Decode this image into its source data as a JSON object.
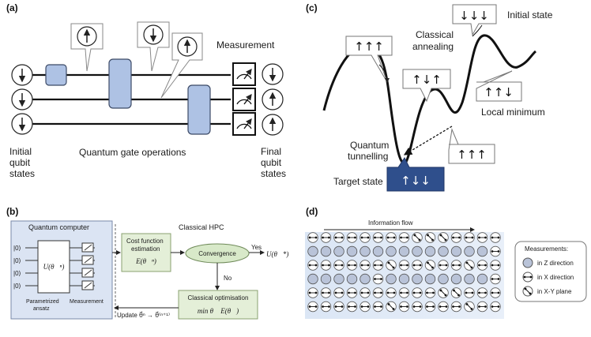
{
  "panels": {
    "a": {
      "label": "(a)",
      "measurement": "Measurement",
      "initial": [
        "Initial",
        "qubit",
        "states"
      ],
      "gates": "Quantum gate operations",
      "final": [
        "Final",
        "qubit",
        "states"
      ]
    },
    "b": {
      "label": "(b)",
      "quantum_computer": "Quantum computer",
      "classical_hpc": "Classical HPC",
      "kets": [
        "|0⟩",
        "|0⟩",
        "|0⟩",
        "|0⟩"
      ],
      "unitary": "U(θ⃗ⁿ)",
      "parametrized": [
        "Parametrized",
        "ansatz"
      ],
      "measurement": "Measurement",
      "cost": [
        "Cost function",
        "estimation"
      ],
      "cost_expr": "E(θ⃗ⁿ)",
      "convergence": "Convergence",
      "yes": "Yes",
      "no": "No",
      "result": "U(θ⃗*)",
      "optimisation": "Classical optimisation",
      "opt_expr": "min θ⃗ E(θ⃗)",
      "update": "Update  θ⃗ⁿ → θ⃗⁽ⁿ⁺¹⁾"
    },
    "c": {
      "label": "(c)",
      "initial_state": "Initial state",
      "classical": [
        "Classical",
        "annealing"
      ],
      "local_min": "Local minimum",
      "quantum": [
        "Quantum",
        "tunnelling"
      ],
      "target_state": "Target state",
      "boxes": [
        "↓↓↓",
        "↑↑↑",
        "↑↓↑",
        "↑↑↓",
        "↑↑↑",
        "↑↓↓"
      ]
    },
    "d": {
      "label": "(d)",
      "info_flow": "Information flow",
      "legend_title": "Measurements:",
      "legend": [
        "in Z direction",
        "in X direction",
        "in X-Y plane"
      ]
    }
  }
}
